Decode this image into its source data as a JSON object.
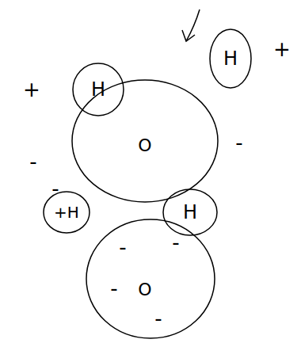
{
  "diagram": {
    "nodes": [
      {
        "text": [
          "H"
        ]
      },
      {
        "text": [
          "H"
        ]
      },
      {
        "text": [
          "O"
        ]
      },
      {
        "text": [
          "+H"
        ]
      },
      {
        "text": [
          "H"
        ]
      },
      {
        "text": [
          "O",
          "-",
          "-",
          "-",
          "-"
        ]
      }
    ],
    "labels": [
      "+",
      "+",
      "-",
      "-",
      "-"
    ]
  }
}
